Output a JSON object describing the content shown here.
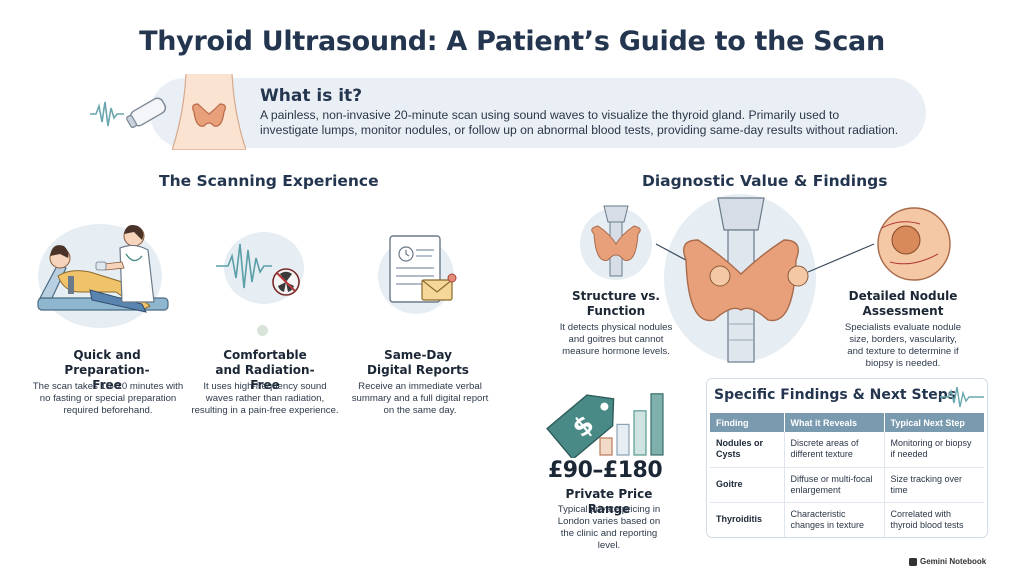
{
  "title": "Thyroid Ultrasound: A Patient’s Guide to the Scan",
  "what": {
    "heading": "What is it?",
    "text": "A painless, non-invasive 20-minute scan using sound waves to visualize the thyroid gland. Primarily used to investigate lumps, monitor nodules, or follow up on abnormal blood tests, providing same-day results without radiation."
  },
  "scanning": {
    "heading": "The Scanning Experience",
    "cards": [
      {
        "title": "Quick and Preparation-Free",
        "text": "The scan takes 15–20 minutes with no fasting or special preparation required beforehand."
      },
      {
        "title": "Comfortable and Radiation-Free",
        "text": "It uses high-frequency sound waves rather than radiation, resulting in a pain-free experience."
      },
      {
        "title": "Same-Day Digital Reports",
        "text": "Receive an immediate verbal summary and a full digital report on the same day."
      }
    ]
  },
  "diagnostic": {
    "heading": "Diagnostic Value & Findings",
    "left": {
      "title": "Structure vs. Function",
      "text": "It detects physical nodules and goitres but cannot measure hormone levels."
    },
    "right": {
      "title": "Detailed Nodule Assessment",
      "text": "Specialists evaluate nodule size, borders, vascularity, and texture to determine if biopsy is needed."
    }
  },
  "price": {
    "value": "£90–£180",
    "label": "Private Price Range",
    "text": "Typical private pricing in London varies based on the clinic and reporting level.",
    "bar_levels": [
      0.25,
      0.45,
      0.65,
      0.9
    ]
  },
  "findings": {
    "title": "Specific Findings & Next Steps",
    "columns": [
      "Finding",
      "What it Reveals",
      "Typical Next Step"
    ],
    "rows": [
      [
        "Nodules or Cysts",
        "Discrete areas of different texture",
        "Monitoring or biopsy if needed"
      ],
      [
        "Goitre",
        "Diffuse or multi-focal enlargement",
        "Size tracking over time"
      ],
      [
        "Thyroiditis",
        "Characteristic changes in texture",
        "Correlated with thyroid blood tests"
      ]
    ]
  },
  "brand": "Gemini Notebook",
  "colors": {
    "navy": "#24364f",
    "panel": "#e9eff5",
    "thyroid": "#e8a07a",
    "teal": "#4a8a86",
    "table_header": "#7a9ab0"
  }
}
